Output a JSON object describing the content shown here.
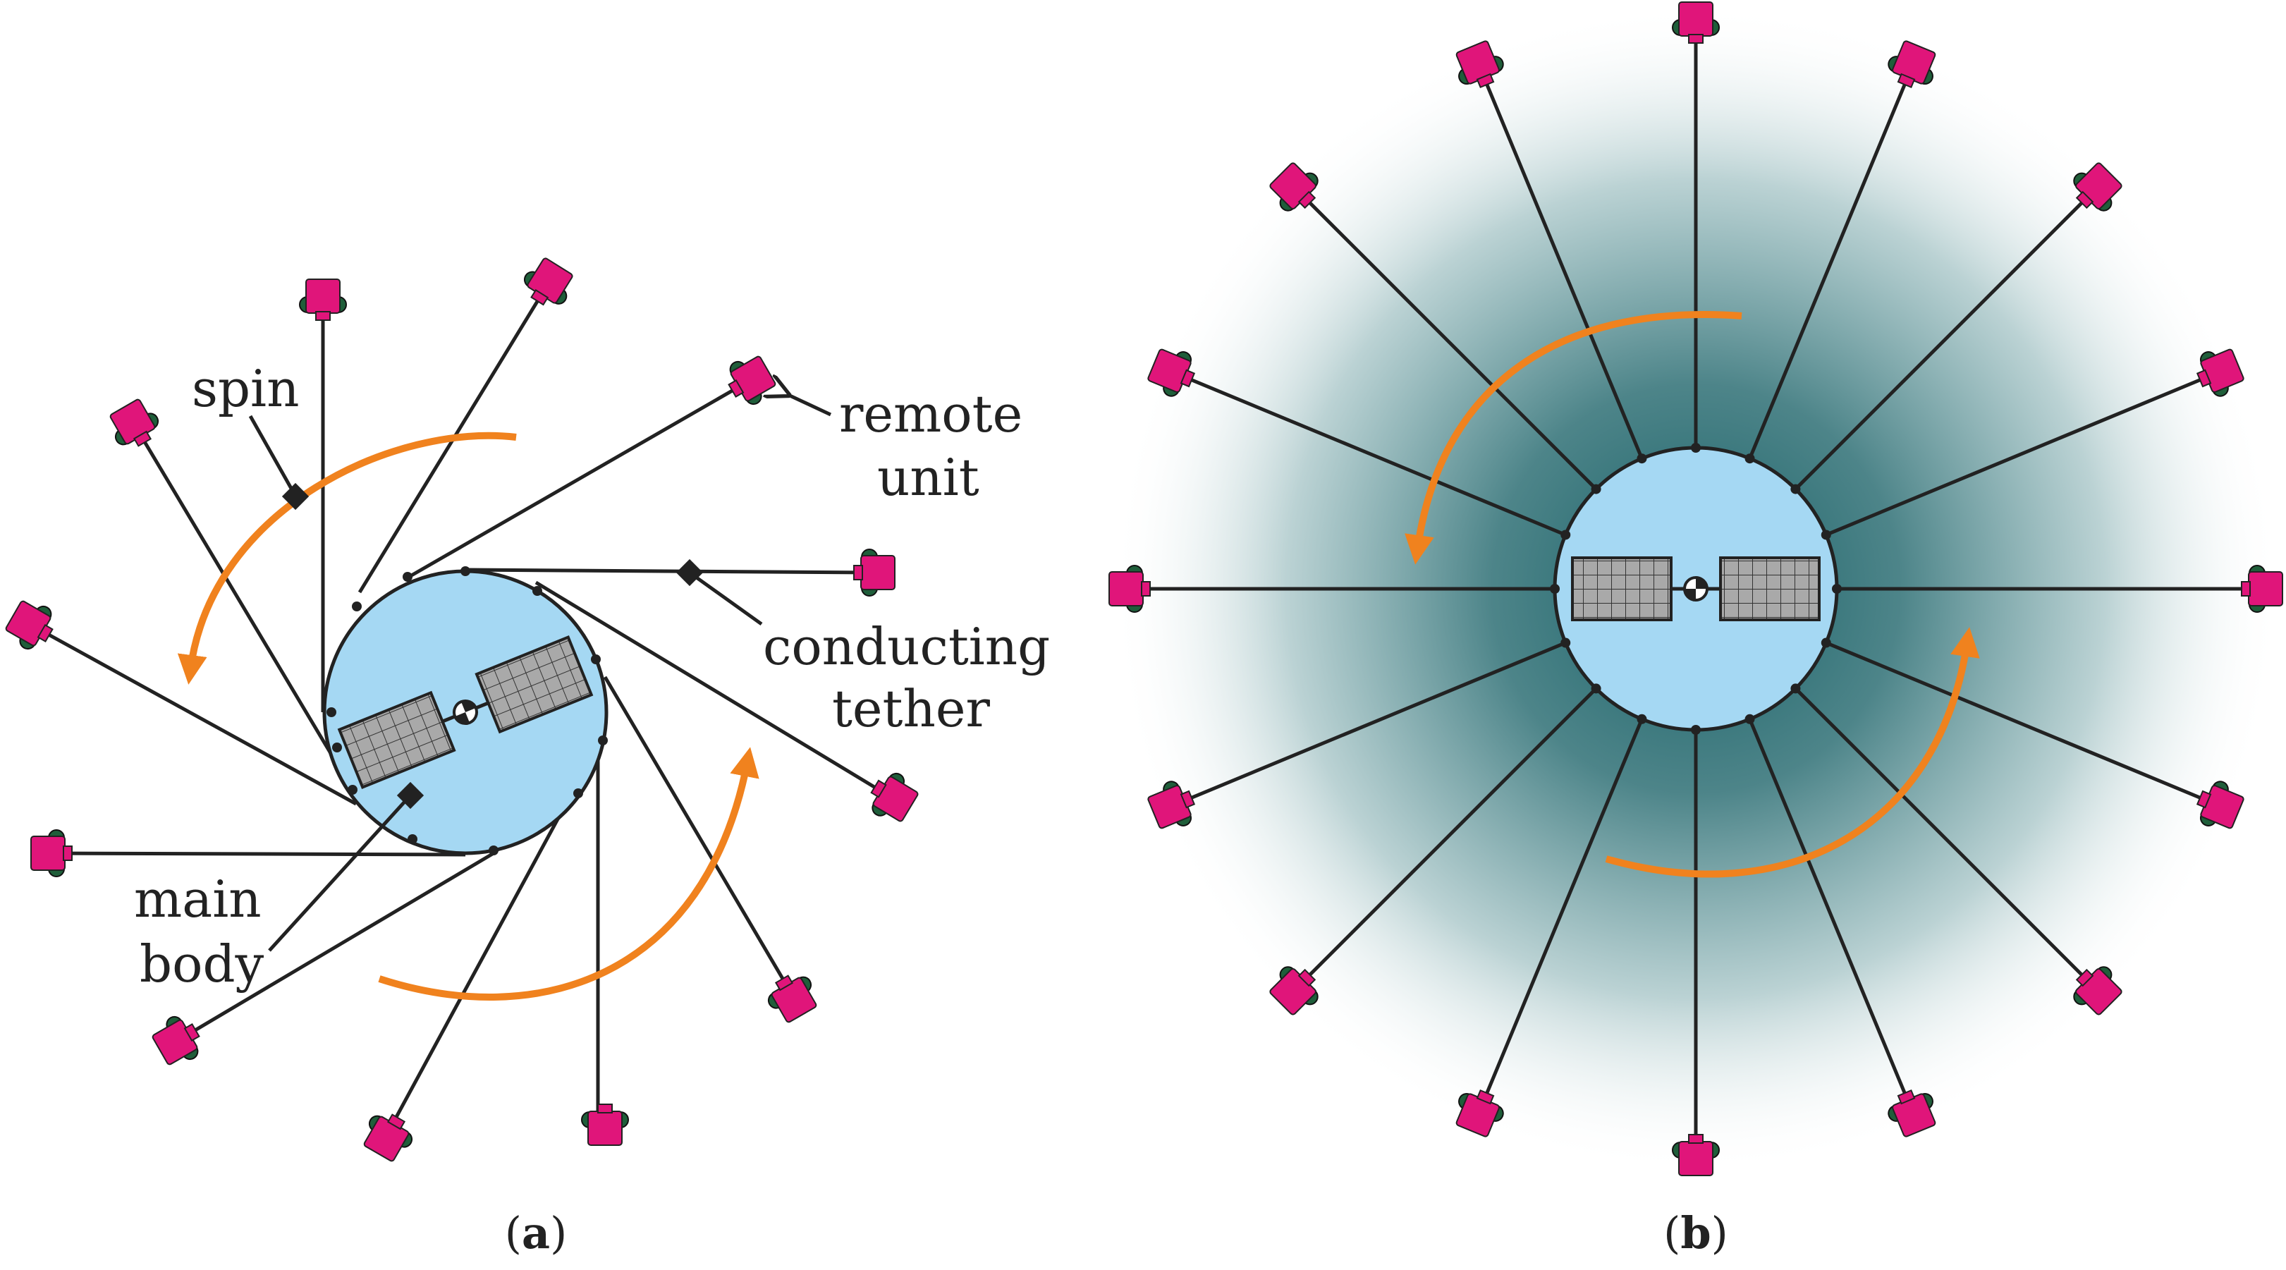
{
  "labels": {
    "spin": "spin",
    "remote_unit_1": "remote",
    "remote_unit_2": "unit",
    "conducting_tether_1": "conducting",
    "conducting_tether_2": "tether",
    "main_body_1": "main",
    "main_body_2": "body"
  },
  "captions": {
    "a": "a",
    "b": "b",
    "open": "(",
    "close": ")"
  },
  "colors": {
    "main_body": "#a5d8f3",
    "remote_unit": "#e0157a",
    "remote_unit_accent": "#1f5e3a",
    "spin_arrow": "#f0821e",
    "tether": "#222222",
    "plasma_glow": "#1b6268",
    "solar_panel": "#a9a9a9"
  },
  "panels": {
    "a": {
      "tether_count": 12,
      "tether_shape": "spiral"
    },
    "b": {
      "tether_count": 16,
      "tether_shape": "radial"
    }
  }
}
